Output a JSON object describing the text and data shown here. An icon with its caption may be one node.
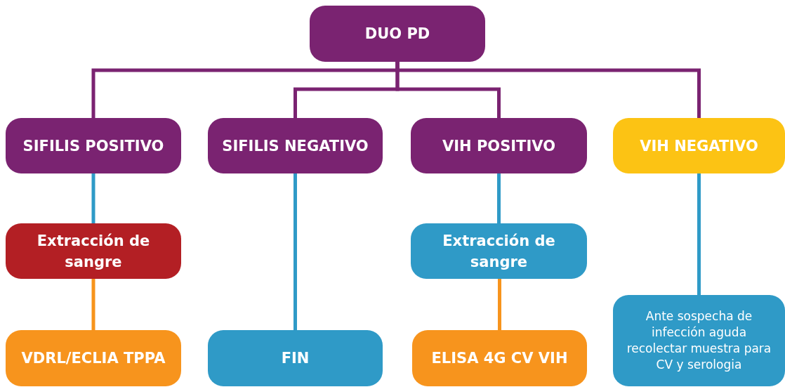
{
  "diagram": {
    "nodes": [
      {
        "text": [
          "DUO PD"
        ]
      },
      {
        "text": [
          "SIFILIS POSITIVO"
        ]
      },
      {
        "text": [
          "SIFILIS NEGATIVO"
        ]
      },
      {
        "text": [
          "VIH POSITIVO"
        ]
      },
      {
        "text": [
          "VIH NEGATIVO"
        ]
      },
      {
        "text": [
          "Extracción de sangre"
        ]
      },
      {
        "text": [
          "Extracción de sangre"
        ]
      },
      {
        "text": [
          "VDRL/ECLIA TPPA"
        ]
      },
      {
        "text": [
          "FIN"
        ]
      },
      {
        "text": [
          "ELISA 4G CV VIH"
        ]
      },
      {
        "text": [
          "Ante sospecha de infección aguda recolectar muestra para CV y serologia"
        ]
      }
    ],
    "edges": [
      {
        "from": 0,
        "to": 1,
        "arrow": "none",
        "color": "#7a2371"
      },
      {
        "from": 0,
        "to": 2,
        "arrow": "none",
        "color": "#7a2371"
      },
      {
        "from": 0,
        "to": 3,
        "arrow": "none",
        "color": "#7a2371"
      },
      {
        "from": 0,
        "to": 4,
        "arrow": "none",
        "color": "#7a2371"
      },
      {
        "from": 1,
        "to": 5,
        "arrow": "none",
        "color": "#2f9ac7"
      },
      {
        "from": 2,
        "to": 8,
        "arrow": "none",
        "color": "#2f9ac7"
      },
      {
        "from": 3,
        "to": 6,
        "arrow": "none",
        "color": "#2f9ac7"
      },
      {
        "from": 4,
        "to": 10,
        "arrow": "none",
        "color": "#2f9ac7"
      },
      {
        "from": 5,
        "to": 7,
        "arrow": "none",
        "color": "#f7941d"
      },
      {
        "from": 6,
        "to": 9,
        "arrow": "none",
        "color": "#f7941d"
      }
    ]
  }
}
